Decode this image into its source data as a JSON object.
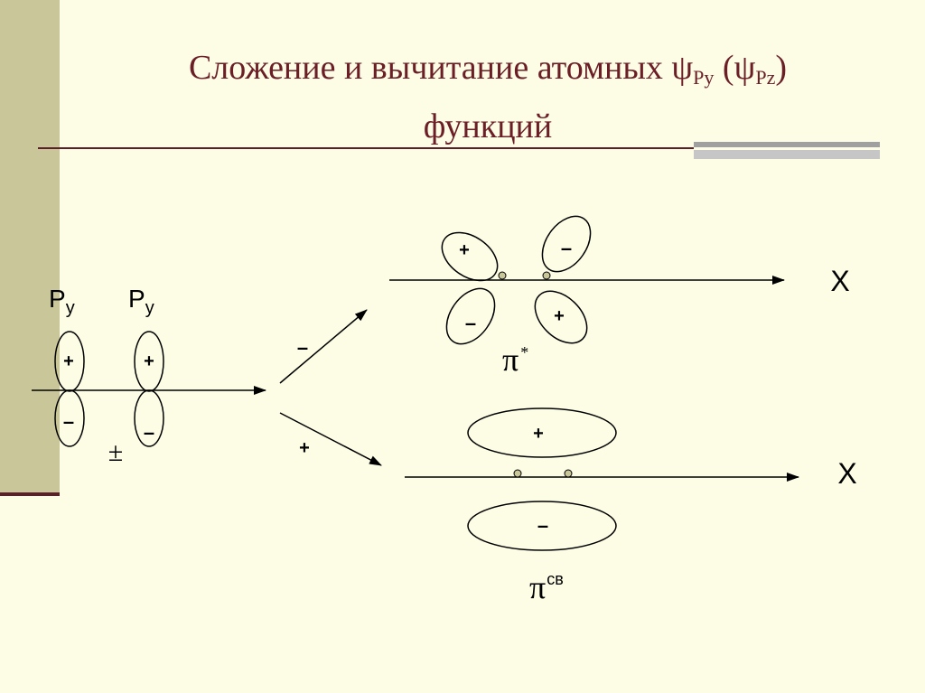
{
  "slide": {
    "title_line1": "Сложение и вычитание атомных ψ",
    "title_sub1": "Py",
    "title_mid": " (ψ",
    "title_sub2": "Pz",
    "title_end": ")",
    "title_line2": "функций"
  },
  "diagram": {
    "orbital_label_main": "P",
    "orbital_label_sub": "y",
    "plus_sign": "+",
    "minus_sign": "–",
    "plus_minus_sign": "±",
    "axis_label": "X",
    "pi_symbol": "π",
    "antibonding_superscript": "*",
    "bonding_superscript": "св"
  }
}
